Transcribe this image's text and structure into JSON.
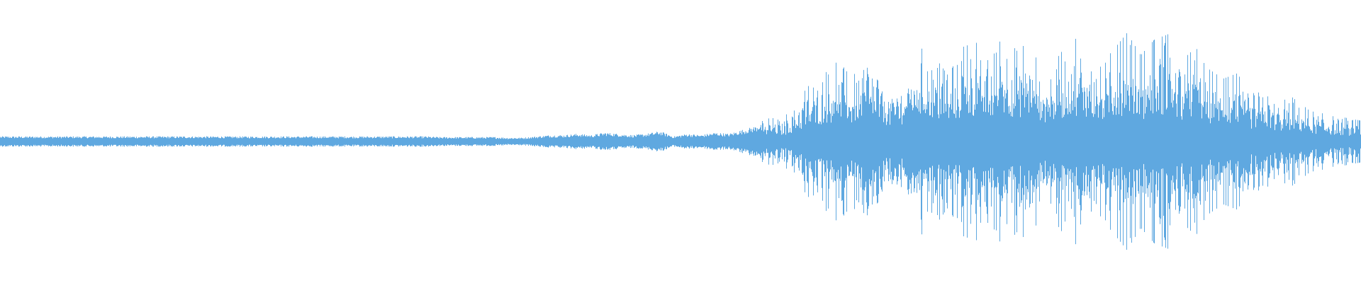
{
  "waveform": {
    "color": "#5fa8e0",
    "background": "#ffffff",
    "amplitude_envelope": [
      0.04,
      0.04,
      0.04,
      0.04,
      0.04,
      0.04,
      0.04,
      0.04,
      0.04,
      0.04,
      0.04,
      0.04,
      0.04,
      0.04,
      0.04,
      0.04,
      0.04,
      0.04,
      0.04,
      0.04,
      0.04,
      0.04,
      0.04,
      0.04,
      0.04,
      0.04,
      0.04,
      0.04,
      0.04,
      0.04,
      0.04,
      0.04,
      0.035,
      0.035,
      0.035,
      0.035,
      0.035,
      0.03,
      0.03,
      0.04,
      0.05,
      0.05,
      0.06,
      0.05,
      0.07,
      0.06,
      0.05,
      0.06,
      0.08,
      0.04,
      0.06,
      0.05,
      0.07,
      0.06,
      0.09,
      0.12,
      0.2,
      0.18,
      0.31,
      0.45,
      0.52,
      0.62,
      0.48,
      0.7,
      0.55,
      0.42,
      0.58,
      0.73,
      0.65,
      0.5,
      0.72,
      0.76,
      0.6,
      0.82,
      0.69,
      0.78,
      0.55,
      0.65,
      0.8,
      0.74,
      0.58,
      0.7,
      0.83,
      0.66,
      0.78,
      0.82,
      0.62,
      0.72,
      0.55,
      0.48,
      0.52,
      0.38,
      0.42,
      0.3,
      0.34,
      0.26,
      0.22,
      0.2,
      0.18,
      0.16
    ],
    "sample_count": 100
  }
}
